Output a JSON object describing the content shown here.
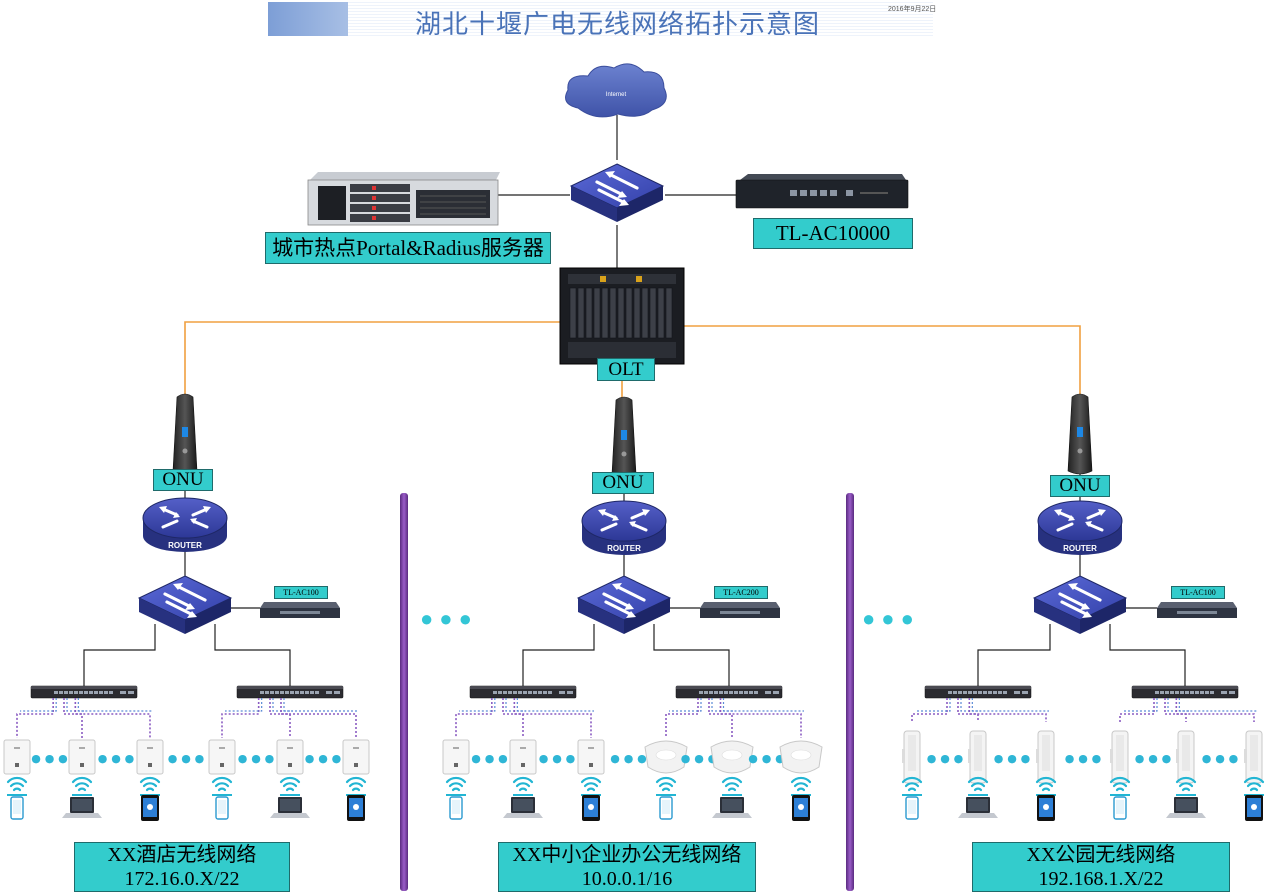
{
  "header": {
    "title": "湖北十堰广电无线网络拓扑示意图",
    "date": "2016年9月22日"
  },
  "core": {
    "internet_label": "Internet",
    "server_label": "城市热点Portal&Radius服务器",
    "ac_label": "TL-AC10000",
    "olt_label": "OLT"
  },
  "branches": [
    {
      "onu_label": "ONU",
      "router_label": "ROUTER",
      "ac_label": "TL-AC100",
      "network_name": "XX酒店无线网络",
      "subnet": "172.16.0.X/22"
    },
    {
      "onu_label": "ONU",
      "router_label": "ROUTER",
      "ac_label": "TL-AC200",
      "network_name": "XX中小企业办公无线网络",
      "subnet": "10.0.0.1/16"
    },
    {
      "onu_label": "ONU",
      "router_label": "ROUTER",
      "ac_label": "TL-AC100",
      "network_name": "XX公园无线网络",
      "subnet": "192.168.1.X/22"
    }
  ],
  "colors": {
    "fiber": "#f0a040",
    "divider": "#7b3fa0",
    "label_bg": "#33cccc",
    "device_blue": "#2e3a8c"
  }
}
